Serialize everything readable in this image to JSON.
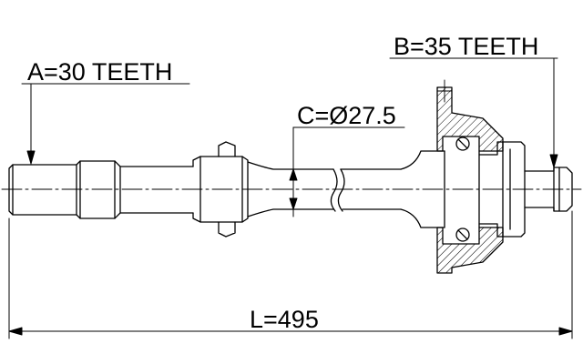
{
  "diagram": {
    "type": "technical-drawing",
    "subject": "drive shaft",
    "labels": {
      "a_teeth": "A=30 TEETH",
      "b_teeth": "B=35 TEETH",
      "c_diameter": "C=Ø27.5",
      "length": "L=495"
    },
    "colors": {
      "line": "#000000",
      "background": "#ffffff"
    }
  }
}
